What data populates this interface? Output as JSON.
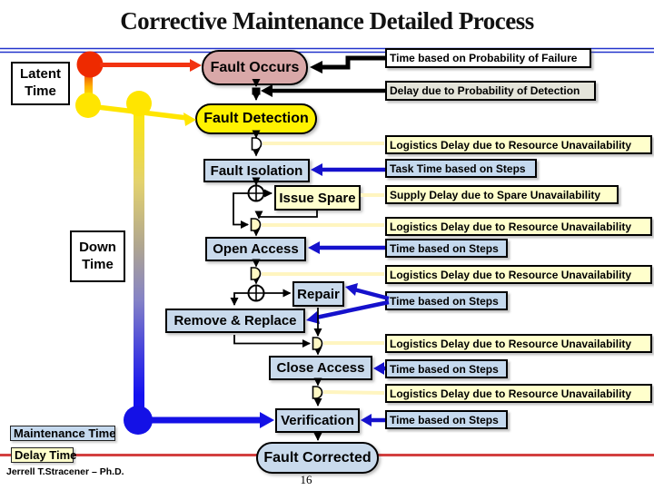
{
  "title": "Corrective Maintenance Detailed Process",
  "footer": {
    "author": "Jerrell T.Stracener – Ph.D.",
    "page_number": "16"
  },
  "time_labels": {
    "latent": "Latent\nTime",
    "down": "Down\nTime",
    "maintenance": "Maintenance Time",
    "delay": "Delay Time"
  },
  "nodes": {
    "fault_occurs": "Fault Occurs",
    "fault_detection": "Fault Detection",
    "fault_isolation": "Fault Isolation",
    "issue_spare": "Issue Spare",
    "open_access": "Open Access",
    "repair": "Repair",
    "remove_replace": "Remove & Replace",
    "close_access": "Close Access",
    "verification": "Verification",
    "fault_corrected": "Fault Corrected"
  },
  "annotations": [
    {
      "text": "Time based on Probability of Failure",
      "style": "white"
    },
    {
      "text": "Delay due to Probability of Detection",
      "style": "gray"
    },
    {
      "text": "Logistics Delay due to Resource Unavailability",
      "style": "yellow"
    },
    {
      "text": "Task Time based on Steps",
      "style": "blue"
    },
    {
      "text": "Supply Delay due to Spare Unavailability",
      "style": "yellow"
    },
    {
      "text": "Logistics Delay due to Resource Unavailability",
      "style": "yellow"
    },
    {
      "text": "Time based on Steps",
      "style": "blue"
    },
    {
      "text": "Logistics Delay due to Resource Unavailability",
      "style": "yellow"
    },
    {
      "text": "Time based on Steps",
      "style": "blue"
    },
    {
      "text": "Logistics Delay due to Resource Unavailability",
      "style": "yellow"
    },
    {
      "text": "Time based on Steps",
      "style": "blue"
    },
    {
      "text": "Logistics Delay due to Resource Unavailability",
      "style": "yellow"
    },
    {
      "text": "Time based on Steps",
      "style": "blue"
    }
  ],
  "colors": {
    "node_pink": "#d9a8a8",
    "node_bright_yellow": "#fff200",
    "node_light_blue": "#c9daec",
    "note_cream": "#ffffcc",
    "note_light_blue": "#c5d9ee",
    "note_white": "#ffffff",
    "note_gray": "#e4e4da",
    "arrow_blue": "#1511cc",
    "arrow_red": "#ee2a00",
    "arrow_yellow": "#ffe500",
    "rail_top_yellow": "#ffea00",
    "rail_bottom_blue": "#1411f0",
    "rule_blue": "#2233cc",
    "rule_red": "#d34040"
  }
}
